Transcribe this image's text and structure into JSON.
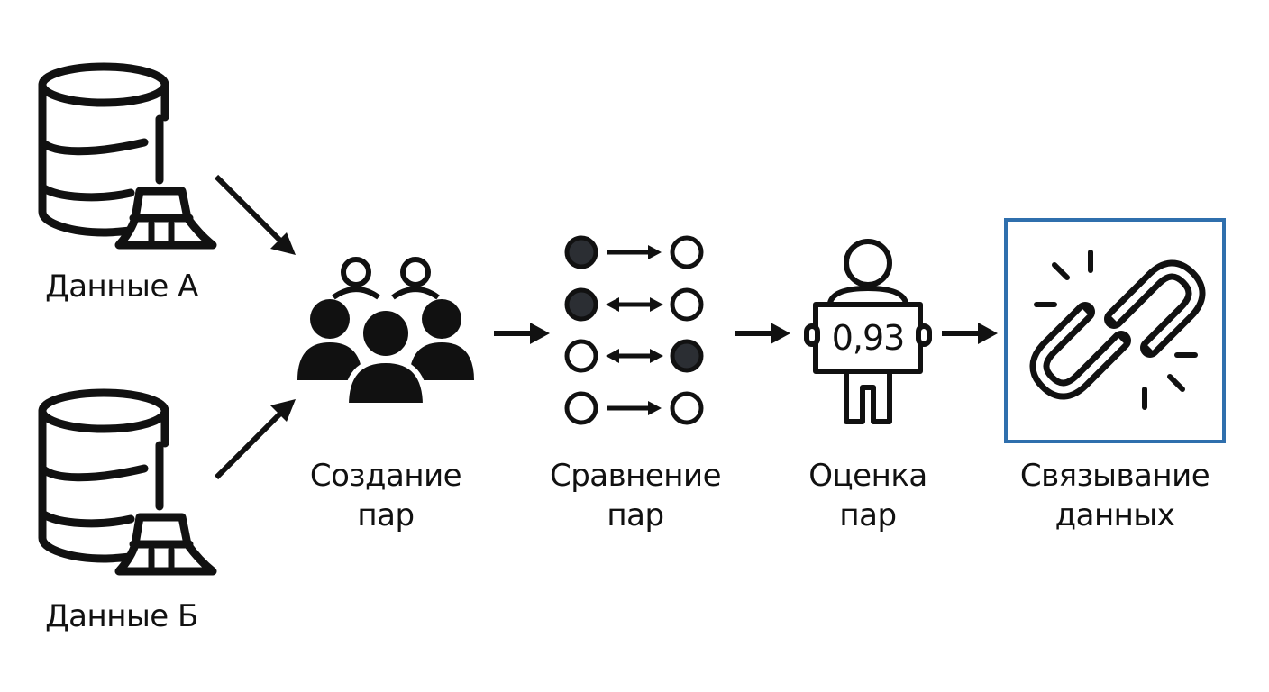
{
  "colors": {
    "ink": "#111111",
    "filled_dot": "#2b2e33",
    "highlight_border": "#2f6fad",
    "background": "#ffffff"
  },
  "sources": [
    {
      "label": "Данные А",
      "icon": "database-broom-icon"
    },
    {
      "label": "Данные Б",
      "icon": "database-broom-icon"
    }
  ],
  "steps": [
    {
      "line1": "Создание",
      "line2": "пар",
      "icon": "people-group-icon"
    },
    {
      "line1": "Сравнение",
      "line2": "пар",
      "icon": "compare-pairs-icon"
    },
    {
      "line1": "Оценка",
      "line2": "пар",
      "icon": "person-holding-score-icon",
      "score": "0,93"
    },
    {
      "line1": "Связывание",
      "line2": "данных",
      "icon": "chain-link-icon",
      "highlighted": true
    }
  ]
}
